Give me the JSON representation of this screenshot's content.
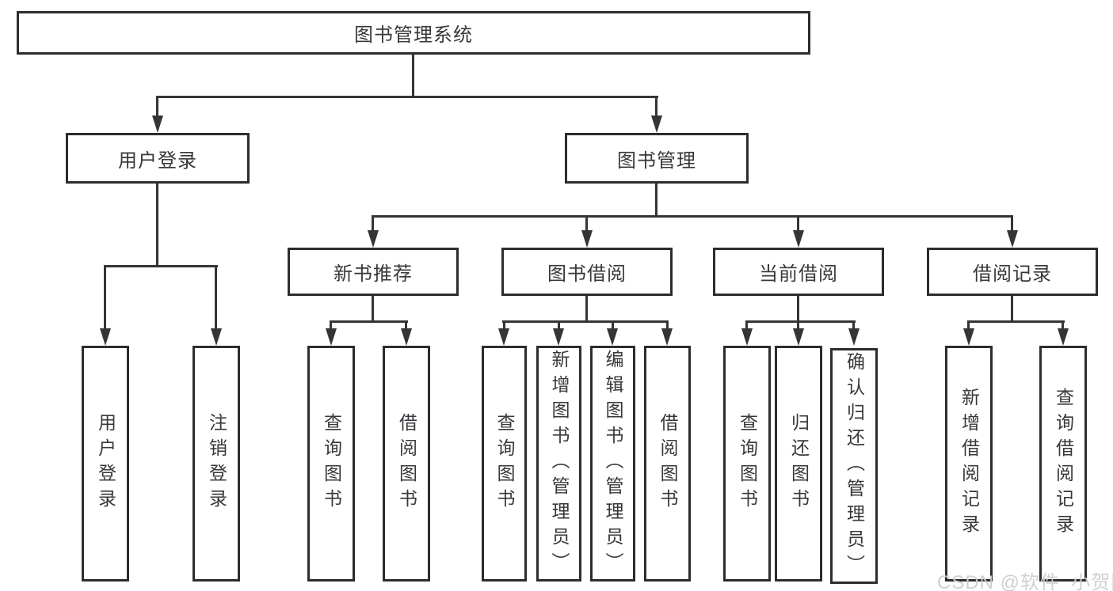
{
  "diagram": {
    "root": {
      "label": "图书管理系统"
    },
    "branches": [
      {
        "label": "用户登录",
        "children": [
          {
            "label": "用户登录"
          },
          {
            "label": "注销登录"
          }
        ]
      },
      {
        "label": "图书管理",
        "children": [
          {
            "label": "新书推荐",
            "children": [
              {
                "label": "查询图书"
              },
              {
                "label": "借阅图书"
              }
            ]
          },
          {
            "label": "图书借阅",
            "children": [
              {
                "label": "查询图书"
              },
              {
                "label": "新增图书（管理员）"
              },
              {
                "label": "编辑图书（管理员）"
              },
              {
                "label": "借阅图书"
              }
            ]
          },
          {
            "label": "当前借阅",
            "children": [
              {
                "label": "查询图书"
              },
              {
                "label": "归还图书"
              },
              {
                "label": "确认归还（管理员）"
              }
            ]
          },
          {
            "label": "借阅记录",
            "children": [
              {
                "label": "新增借阅记录"
              },
              {
                "label": "查询借阅记录"
              }
            ]
          }
        ]
      }
    ]
  },
  "watermark": {
    "text": "CSDN @软件_小贺同学"
  },
  "colors": {
    "line": "#353535",
    "box_border": "#2d2d2d",
    "text": "#38383c",
    "background": "#ffffff",
    "watermark": "#cdcdcd"
  }
}
